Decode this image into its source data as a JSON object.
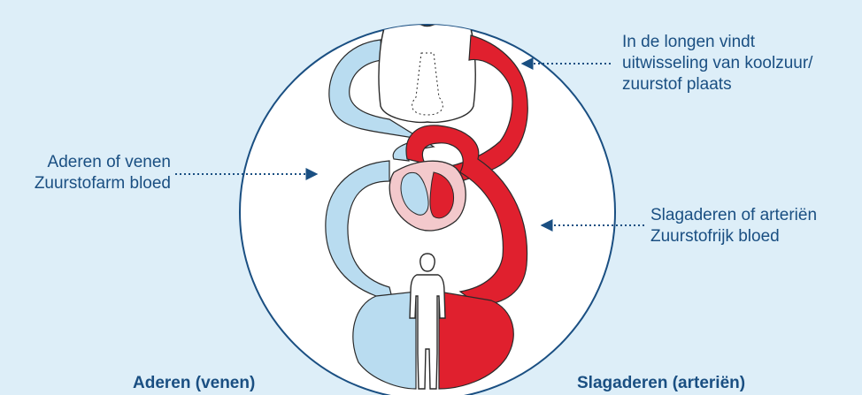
{
  "labels": {
    "lungs": {
      "line1": "In de longen vindt",
      "line2": "uitwisseling van koolzuur/",
      "line3": "zuurstof plaats"
    },
    "veins": {
      "line1": "Aderen of venen",
      "line2": "Zuurstofarm bloed"
    },
    "arteries": {
      "line1": "Slagaderen of arteriën",
      "line2": "Zuurstofrijk bloed"
    }
  },
  "captions": {
    "left": "Aderen (venen)",
    "right": "Slagaderen (arteriën)"
  },
  "colors": {
    "background": "#ddeef8",
    "text": "#1a4f82",
    "oxygen_poor": "#b9dcf0",
    "oxygen_rich": "#e0202e",
    "heart_wall": "#f3c9cc"
  }
}
